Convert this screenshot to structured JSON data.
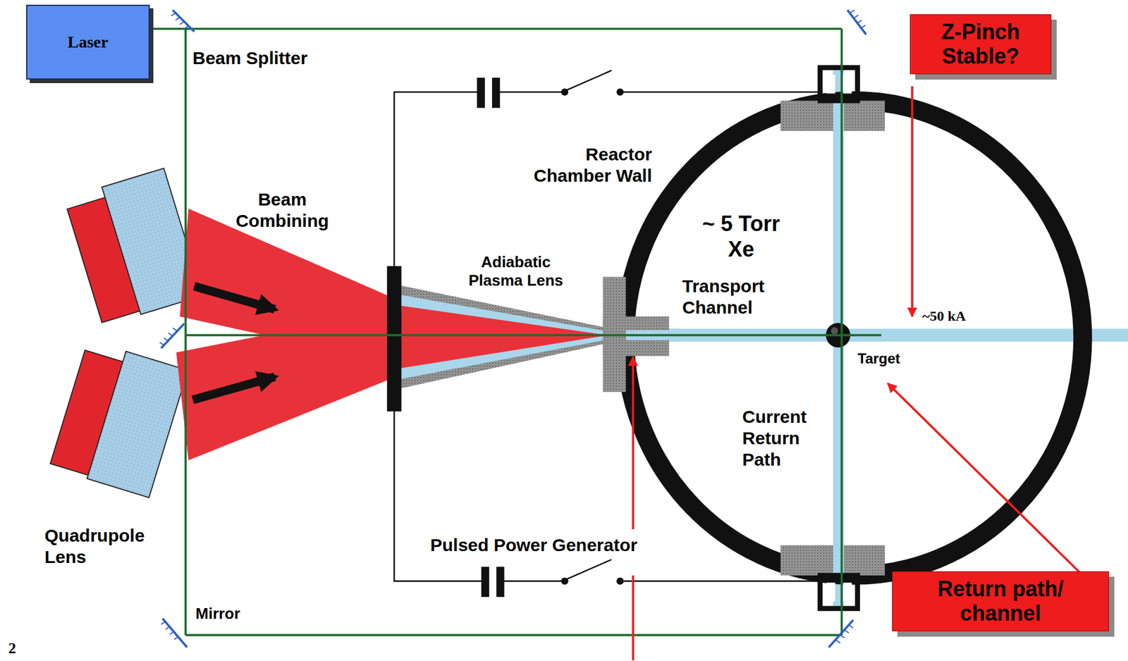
{
  "diagram": {
    "nodes": [
      {
        "text": [
          "Laser"
        ]
      },
      {
        "text": [
          "Z-Pinch Stable?"
        ]
      },
      {
        "text": [
          "Return path/ channel"
        ]
      }
    ],
    "labels": [
      "Beam Splitter",
      "Reactor Chamber Wall",
      "Beam Combining",
      "~ 5 Torr Xe",
      "Adiabatic Plasma Lens",
      "Transport Channel",
      "~50 kA",
      "Target",
      "Current Return Path",
      "Quadrupole Lens",
      "Pulsed Power Generator",
      "Mirror",
      "2"
    ]
  }
}
